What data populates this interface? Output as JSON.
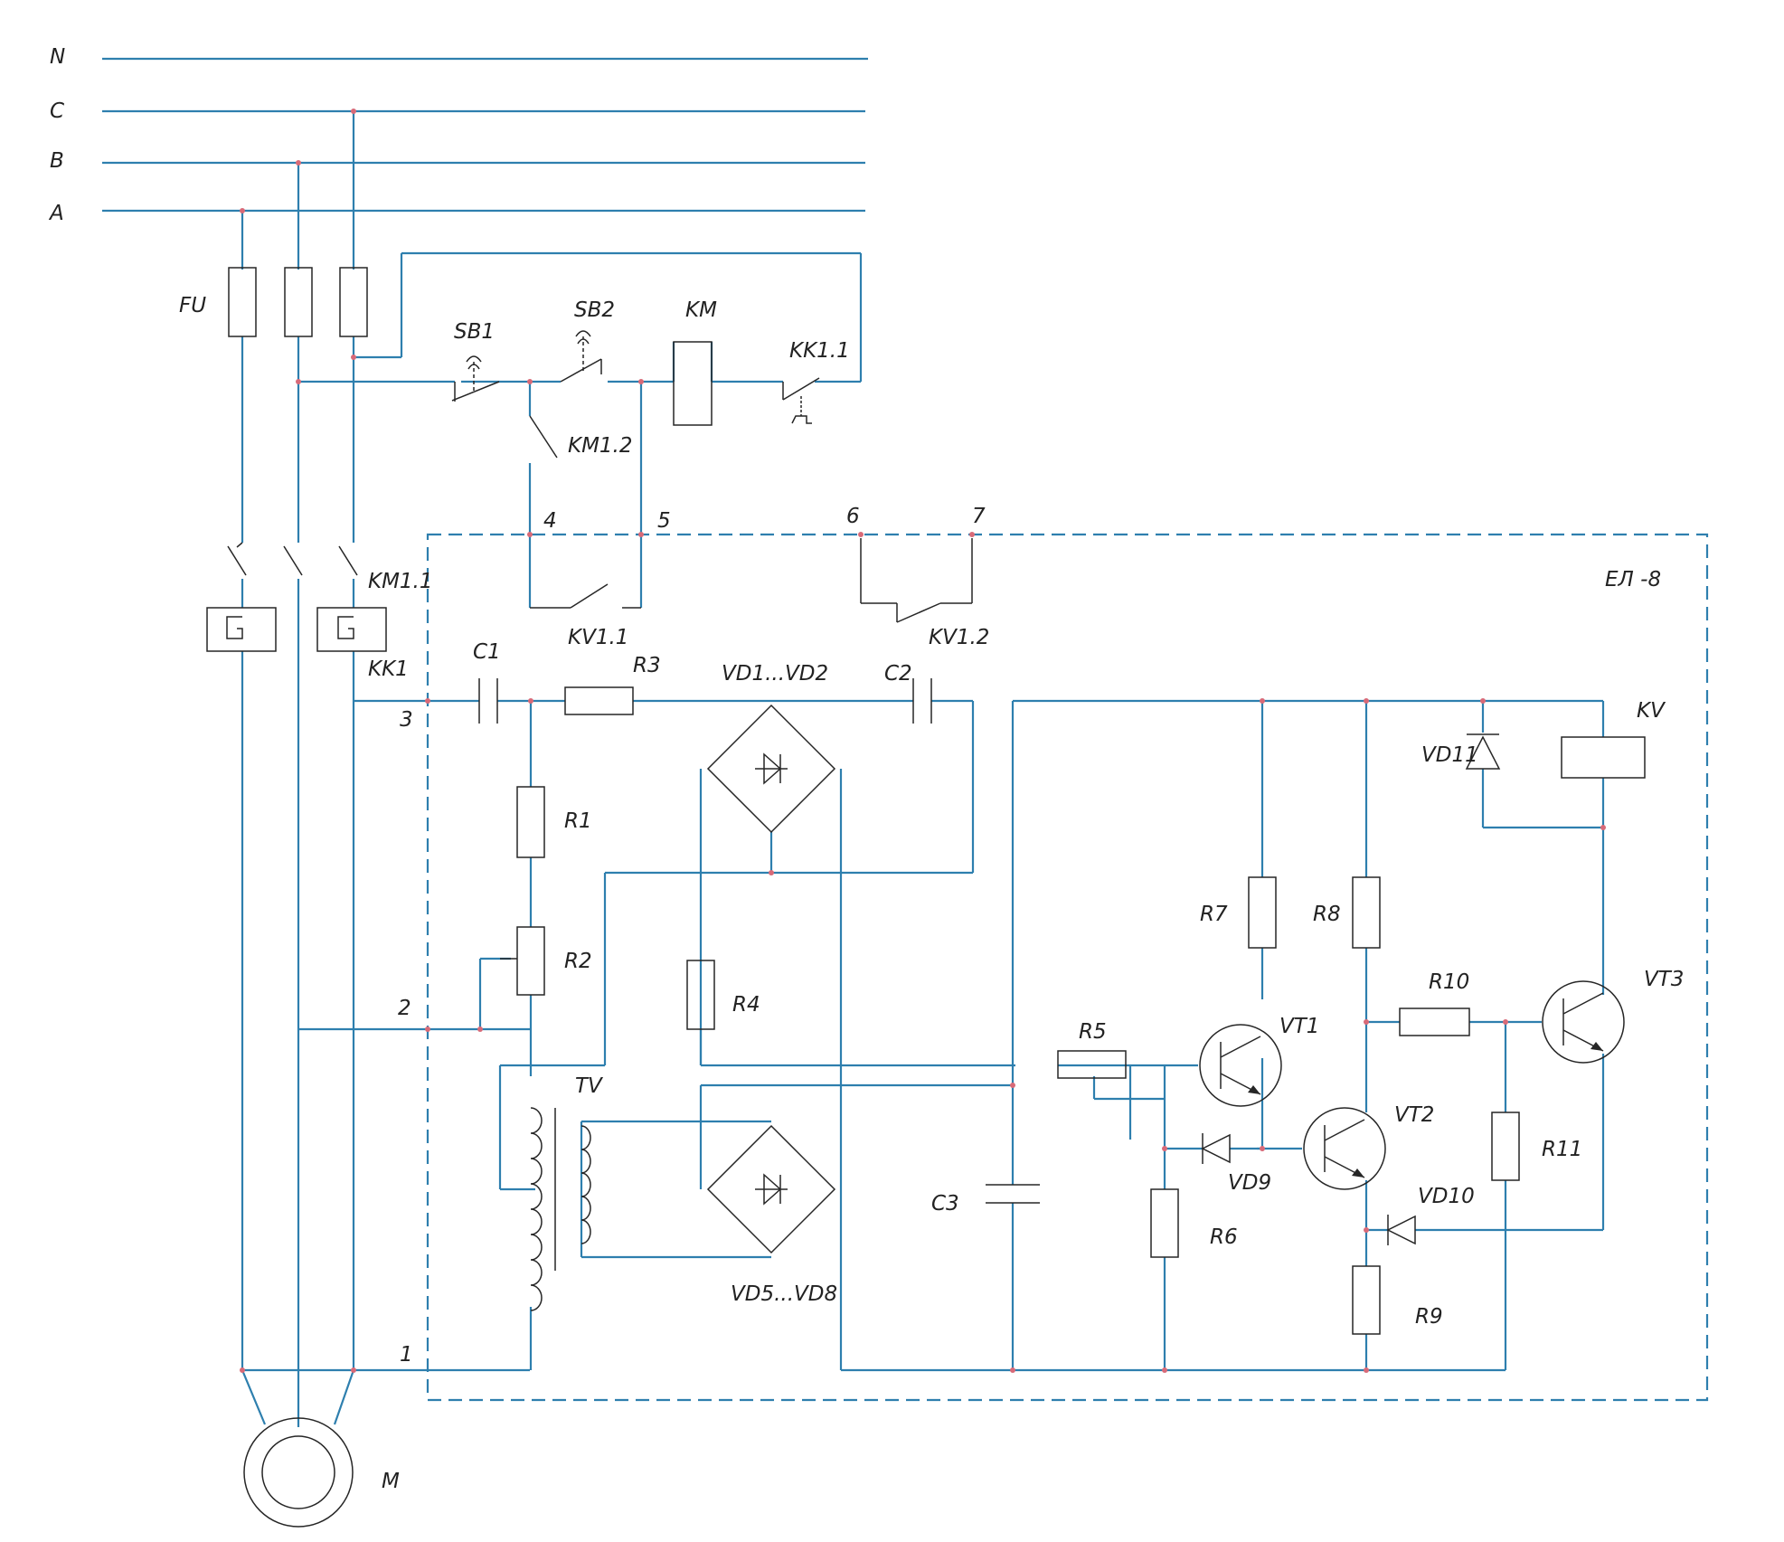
{
  "colors": {
    "wire": "#2e7fae",
    "component": "#262626",
    "junction": "#d86a78",
    "background": "#ffffff"
  },
  "phases": {
    "n": "N",
    "c": "C",
    "b": "B",
    "a": "A"
  },
  "labels": {
    "fu": "FU",
    "sb1": "SB1",
    "sb2": "SB2",
    "km": "KM",
    "kk11": "KK1.1",
    "km12": "KM1.2",
    "n4": "4",
    "n5": "5",
    "n6": "6",
    "n7": "7",
    "km11": "KM1.1",
    "kk1": "KK1",
    "kv11": "KV1.1",
    "kv12": "KV1.2",
    "el8": "ЕЛ -8",
    "c1": "C1",
    "r3": "R3",
    "vd12": "VD1...VD2",
    "c2": "C2",
    "kv": "KV",
    "vd11": "VD11",
    "n3": "3",
    "r1": "R1",
    "r2": "R2",
    "n2": "2",
    "r4": "R4",
    "r7": "R7",
    "r8": "R8",
    "r10": "R10",
    "vt3": "VT3",
    "r5": "R5",
    "vt1": "VT1",
    "tv": "TV",
    "vt2": "VT2",
    "c3": "C3",
    "vd9": "VD9",
    "r11": "R11",
    "vd10": "VD10",
    "r6": "R6",
    "vd58": "VD5...VD8",
    "r9": "R9",
    "n1": "1",
    "m": "M"
  }
}
